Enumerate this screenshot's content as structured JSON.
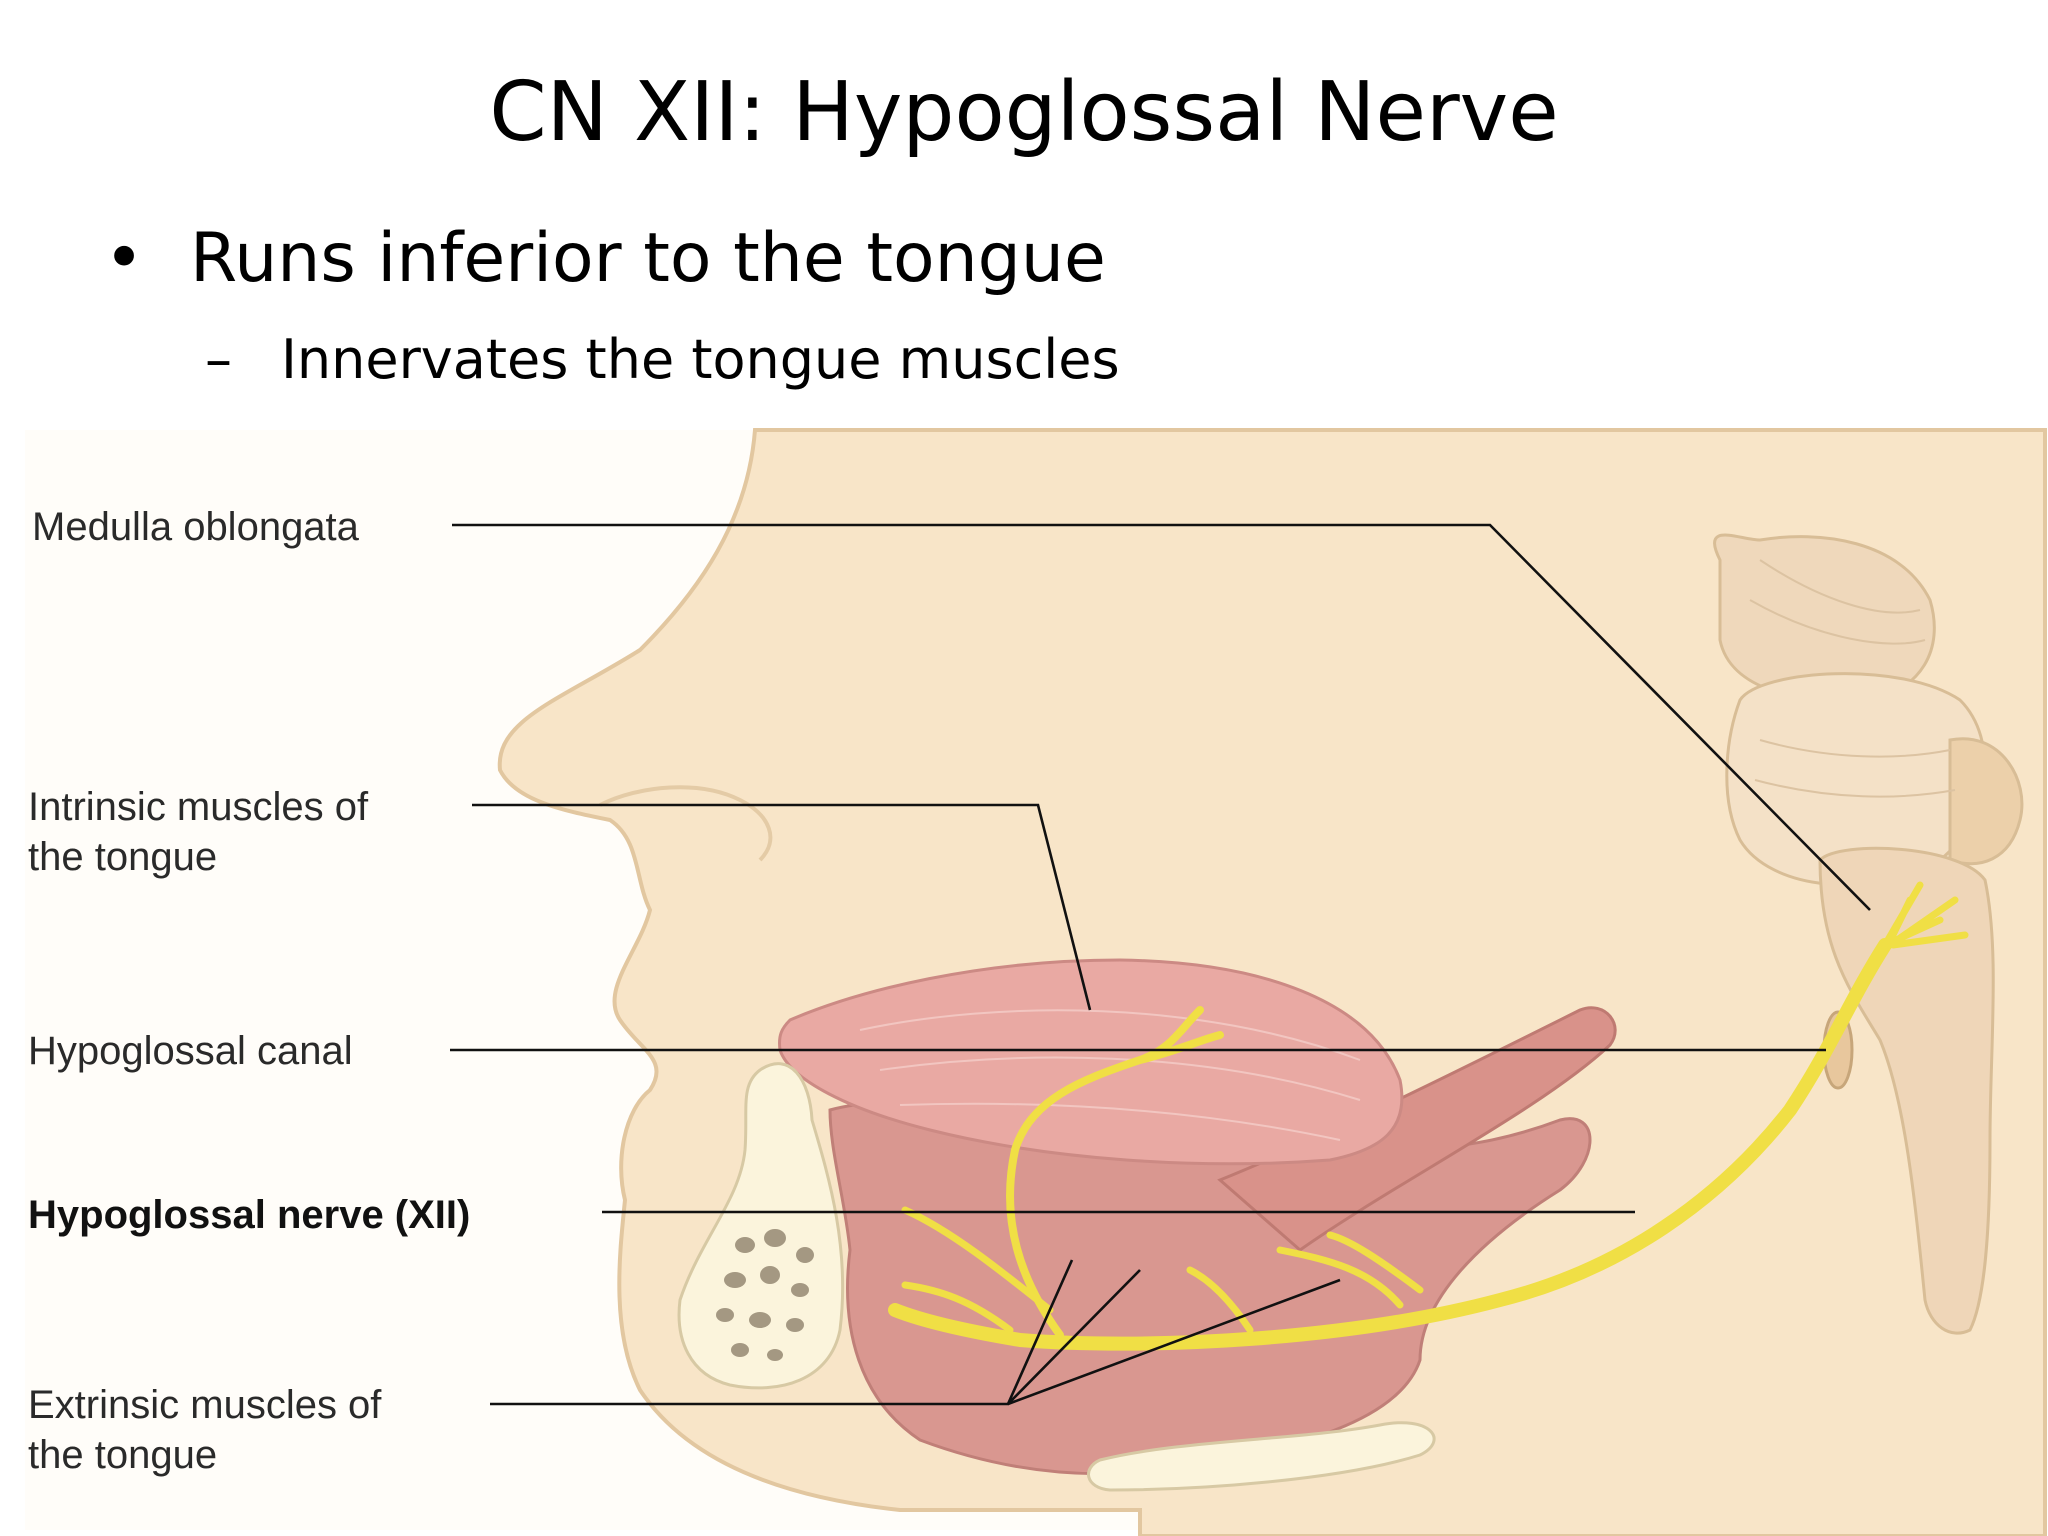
{
  "slide": {
    "title": "CN XII: Hypoglossal Nerve",
    "bullets": [
      {
        "marker": "•",
        "text": "Runs inferior to the tongue"
      }
    ],
    "sub_bullets": [
      {
        "marker": "–",
        "text": "Innervates the tongue muscles"
      }
    ]
  },
  "diagram": {
    "labels": [
      {
        "id": "medulla",
        "lines": [
          "Medulla oblongata"
        ],
        "bold": false
      },
      {
        "id": "intrinsic",
        "lines": [
          "Intrinsic muscles of",
          "the tongue"
        ],
        "bold": false
      },
      {
        "id": "canal",
        "lines": [
          "Hypoglossal canal"
        ],
        "bold": false
      },
      {
        "id": "nerve",
        "lines": [
          "Hypoglossal nerve (XII)"
        ],
        "bold": true
      },
      {
        "id": "extrinsic",
        "lines": [
          "Extrinsic muscles of",
          "the tongue"
        ],
        "bold": false
      }
    ],
    "colors": {
      "skin": "#f8e5c8",
      "skin_outline": "#e2c7a0",
      "tongue": "#e9a9a3",
      "muscle": "#d99790",
      "nerve": "#f0df45",
      "bone": "#fbf4dc",
      "brainstem": "#efd8bb"
    }
  }
}
